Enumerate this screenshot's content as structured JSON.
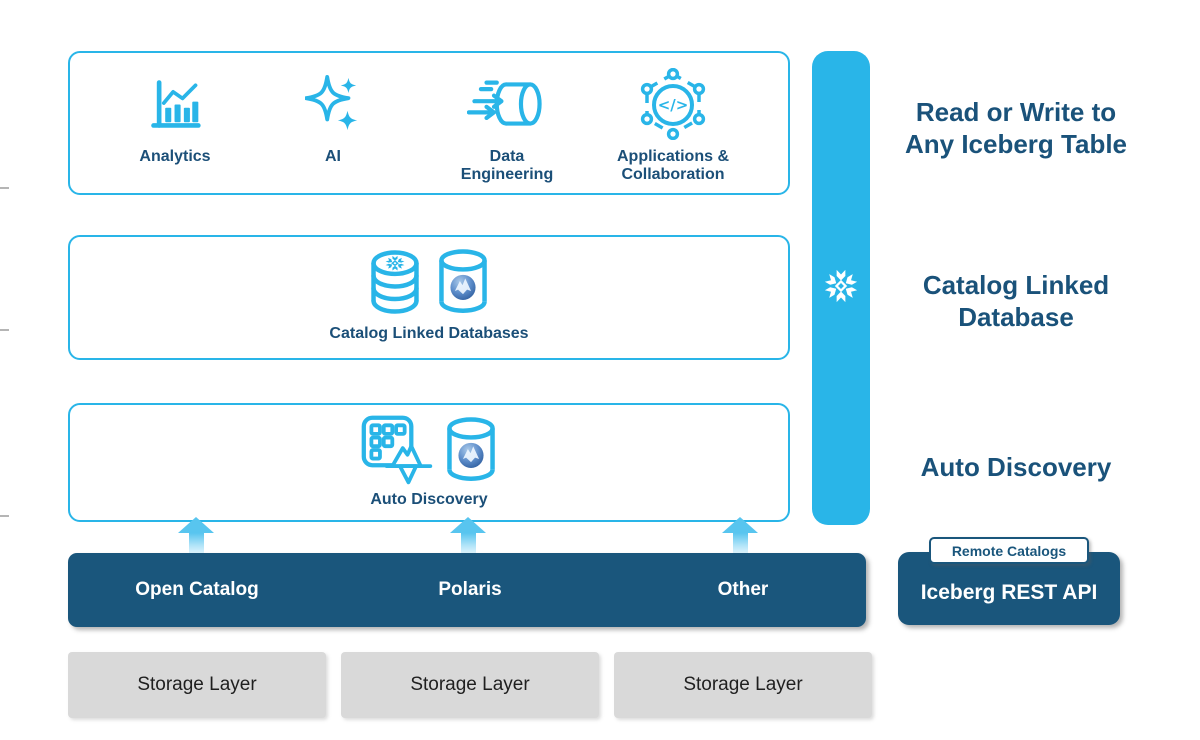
{
  "colors": {
    "accent_blue": "#29B5E8",
    "navy": "#1A567C",
    "heading_text": "#1A527A",
    "storage_gray": "#D9D9D9"
  },
  "workload_box": {
    "items": [
      {
        "label": "Analytics",
        "icon": "bar-chart-icon"
      },
      {
        "label": "AI",
        "icon": "sparkles-icon"
      },
      {
        "label": "Data\nEngineering",
        "icon": "pipeline-icon"
      },
      {
        "label": "Applications &\nCollaboration",
        "icon": "code-network-icon"
      }
    ]
  },
  "catalog_linked_box": {
    "label": "Catalog Linked Databases",
    "icons": [
      "snowflake-database-icon",
      "iceberg-database-icon"
    ]
  },
  "auto_discovery_box": {
    "label": "Auto Discovery",
    "icons": [
      "table-grid-iceberg-icon",
      "iceberg-database-icon"
    ]
  },
  "side_labels": {
    "read_write": "Read or Write to\nAny Iceberg Table",
    "catalog_linked": "Catalog Linked\nDatabase",
    "auto_discovery": "Auto Discovery"
  },
  "snowflake_bar": {
    "icon": "snowflake-logo-icon"
  },
  "catalog_bar": {
    "items": [
      "Open Catalog",
      "Polaris",
      "Other"
    ]
  },
  "rest_api": {
    "badge": "Remote Catalogs",
    "label": "Iceberg REST API"
  },
  "storage_layer": {
    "items": [
      "Storage Layer",
      "Storage Layer",
      "Storage Layer"
    ]
  }
}
